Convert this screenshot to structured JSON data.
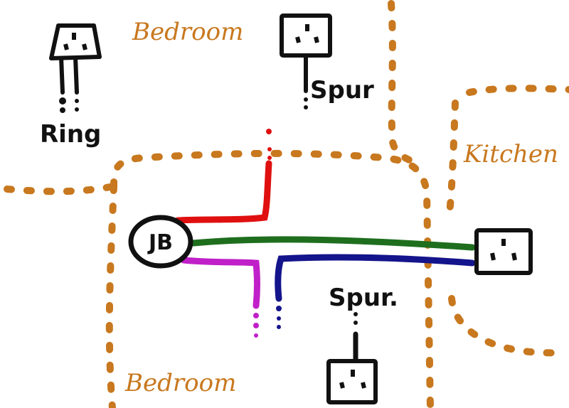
{
  "rooms": {
    "top_left": "Bedroom",
    "bottom_left": "Bedroom",
    "right": "Kitchen"
  },
  "wires": {
    "ring": "Ring",
    "spur_top": "Spur",
    "spur_bottom": "Spur."
  },
  "junction_box": "JB",
  "colors": {
    "wall": "#c8781e",
    "red_wire": "#e01010",
    "green_wire": "#1e6e1e",
    "blue_wire": "#14148c",
    "purple_wire": "#c020c8",
    "ink": "#111111"
  }
}
